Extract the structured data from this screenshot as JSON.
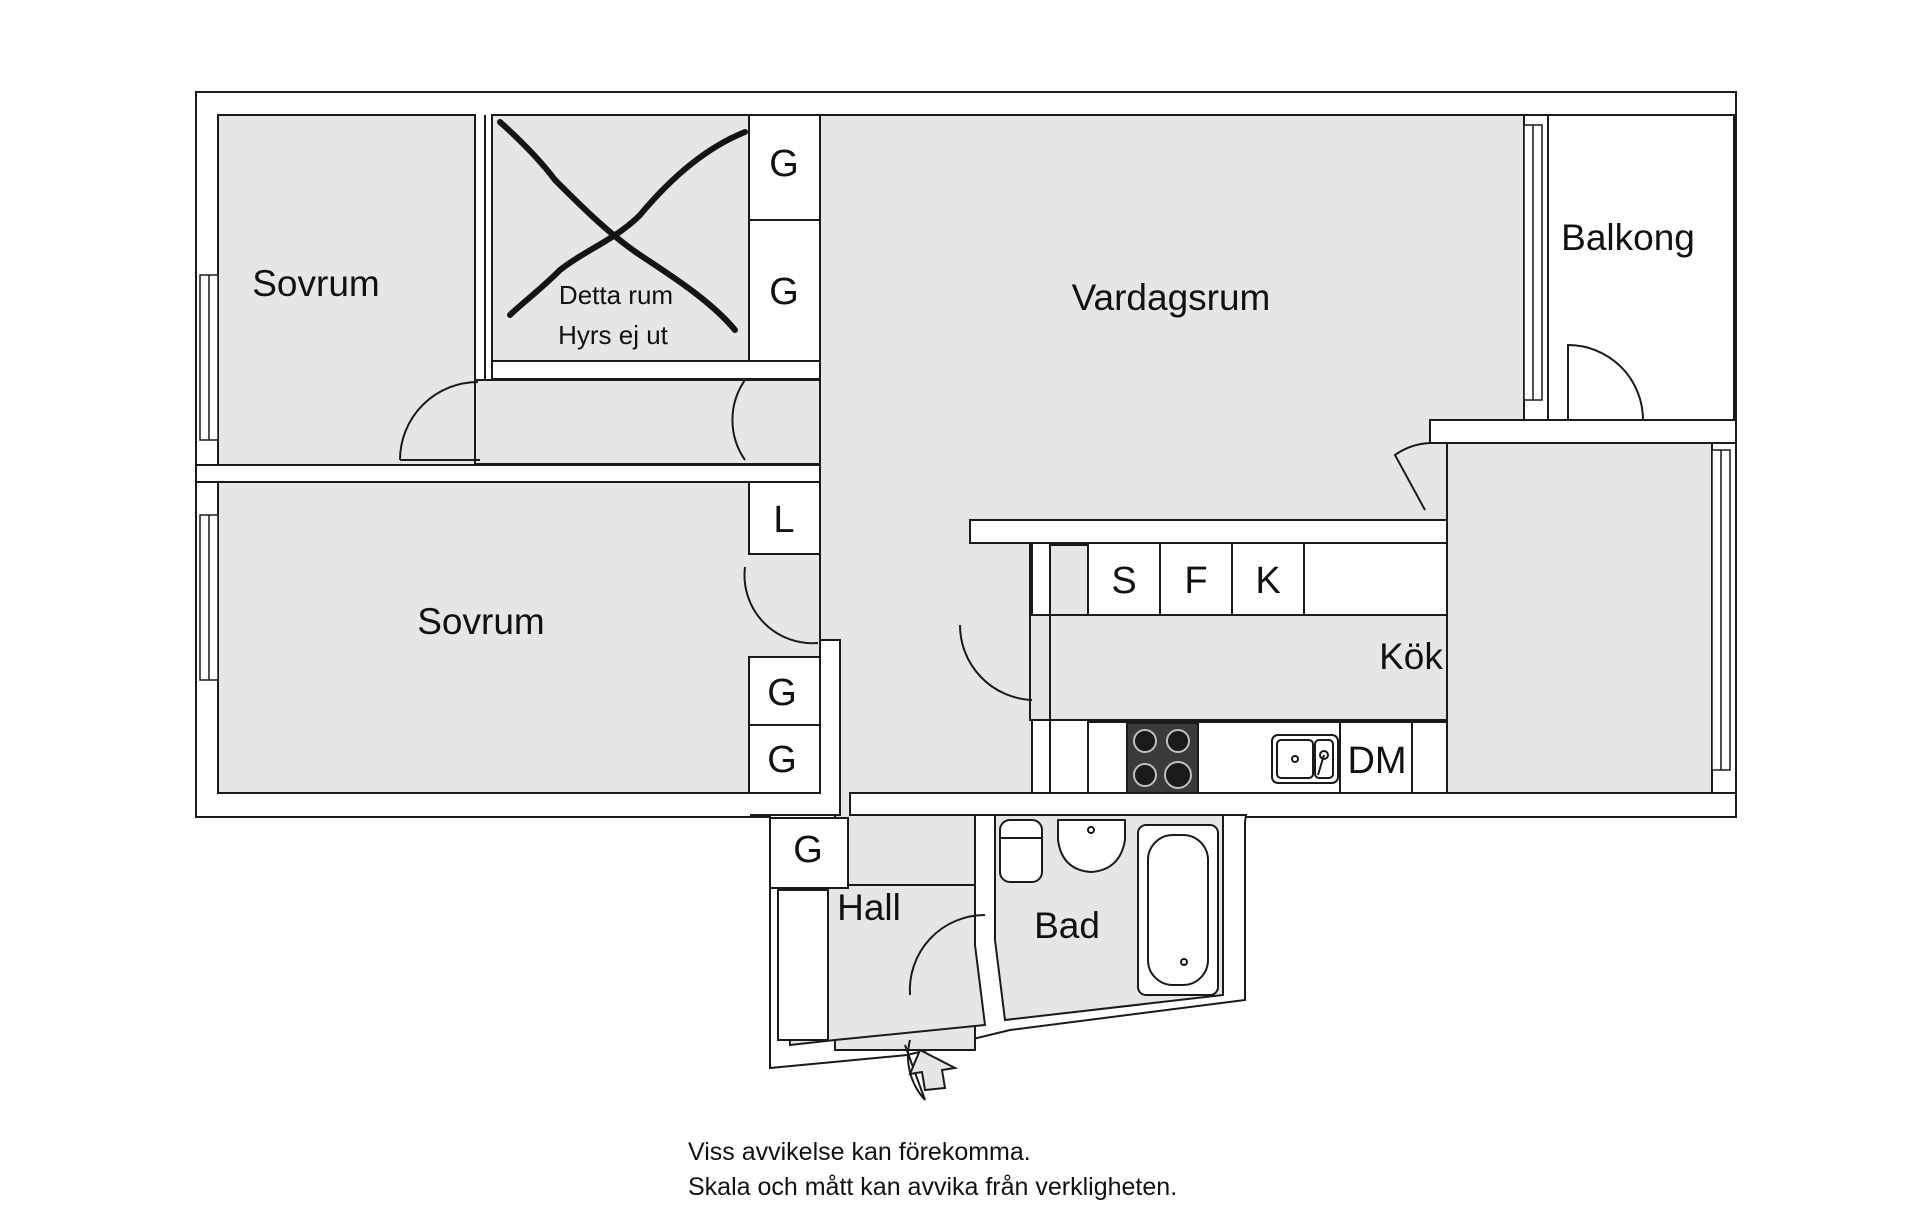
{
  "colors": {
    "floor": "#e6e6e6",
    "wall": "#1a1a1a",
    "wall_fill": "#ffffff",
    "cross_mark": "#141414",
    "stove": "#3a3a3a"
  },
  "rooms": {
    "bedroom_top": "Sovrum",
    "bedroom_bottom": "Sovrum",
    "living_room": "Vardagsrum",
    "balcony": "Balkong",
    "kitchen": "Kök",
    "hall": "Hall",
    "bathroom": "Bad"
  },
  "unrented_room_note": {
    "line1": "Detta rum",
    "line2": "Hyrs ej ut"
  },
  "fixtures": {
    "wardrobe": "G",
    "linen_closet": "L",
    "kitchen_s": "S",
    "kitchen_f": "F",
    "kitchen_k": "K",
    "dishwasher": "DM"
  },
  "disclaimer": {
    "line1": "Viss avvikelse kan förekomma.",
    "line2": "Skala och mått kan avvika från verkligheten."
  }
}
